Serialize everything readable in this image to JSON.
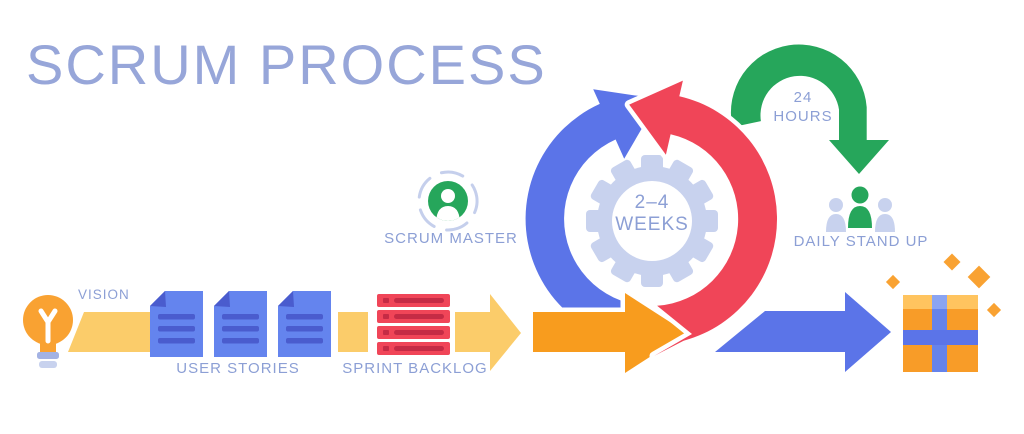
{
  "title": "SCRUM PROCESS",
  "stages": {
    "vision": {
      "label": "VISION",
      "icon": "lightbulb-icon"
    },
    "user_stories": {
      "label": "USER STORIES",
      "icon": "documents-icon",
      "document_count": 3
    },
    "sprint_backlog": {
      "label": "SPRINT BACKLOG",
      "icon": "task-list-icon",
      "task_count": 4
    },
    "sprint_cycle": {
      "duration_value": "2–4",
      "duration_unit": "WEEKS",
      "icon": "gear-icon"
    },
    "scrum_master": {
      "label": "SCRUM MASTER",
      "icon": "person-badge-icon"
    },
    "daily_standup": {
      "label": "DAILY STAND UP",
      "duration_value": "24",
      "duration_unit": "HOURS",
      "icon": "team-icon"
    },
    "release": {
      "icon": "gift-box-icon"
    }
  },
  "colors": {
    "title_text": "#97A6D9",
    "label_text": "#8C9FD5",
    "blue": "#5B74E8",
    "doc_blue": "#6484EE",
    "doc_dark_blue": "#4A5CCE",
    "red": "#F04558",
    "dark_red": "#C52B45",
    "orange": "#F89C1E",
    "light_yellow": "#FBCC6A",
    "green": "#26A65B",
    "periwinkle": "#C8D2EE",
    "gift_lid": "#FFC45F",
    "gift_body": "#F89C28"
  }
}
